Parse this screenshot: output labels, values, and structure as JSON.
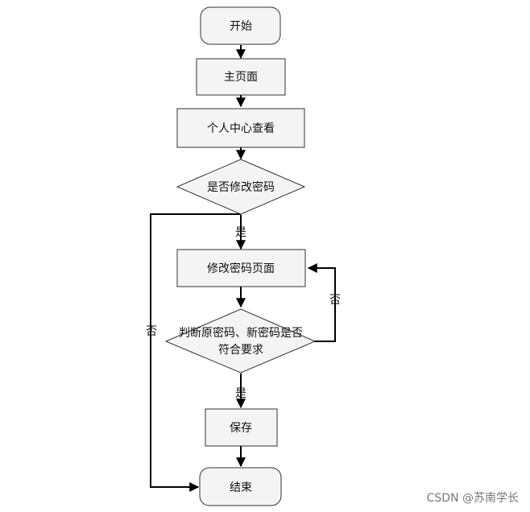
{
  "nodes": {
    "start": "开始",
    "main_page": "主页面",
    "personal_center": "个人中心查看",
    "change_password_decision": "是否修改密码",
    "change_password_page": "修改密码页面",
    "check_line1": "判断原密码、新密码是否",
    "check_line2": "符合要求",
    "save": "保存",
    "end": "结束"
  },
  "edge_labels": {
    "decision1_yes": "是",
    "decision1_no": "否",
    "decision2_yes": "是",
    "decision2_no": "否"
  },
  "watermark": "CSDN @苏南学长"
}
